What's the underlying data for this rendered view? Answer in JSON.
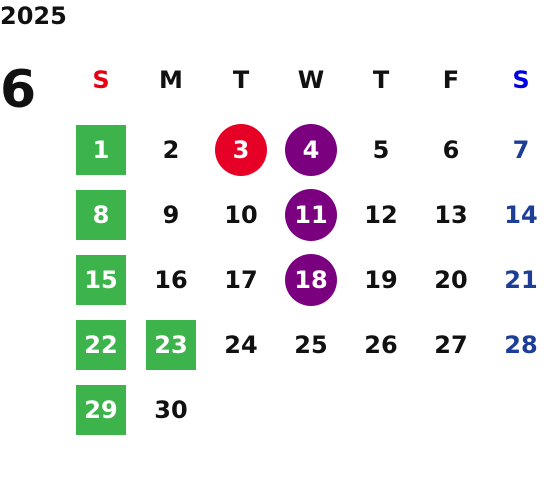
{
  "header": {
    "year": "2025",
    "month": "6"
  },
  "weekdays": [
    "S",
    "M",
    "T",
    "W",
    "T",
    "F",
    "S"
  ],
  "colors": {
    "sunday_header": "#e60012",
    "saturday_header": "#0000e6",
    "saturday_dates": "#1d3d96",
    "green_highlight": "#3cb44b",
    "red_highlight": "#e60026",
    "purple_highlight": "#7a007f"
  },
  "weeks": [
    [
      {
        "day": "1",
        "style": "green"
      },
      {
        "day": "2",
        "style": "plain"
      },
      {
        "day": "3",
        "style": "red"
      },
      {
        "day": "4",
        "style": "purple"
      },
      {
        "day": "5",
        "style": "plain"
      },
      {
        "day": "6",
        "style": "plain"
      },
      {
        "day": "7",
        "style": "sat"
      }
    ],
    [
      {
        "day": "8",
        "style": "green"
      },
      {
        "day": "9",
        "style": "plain"
      },
      {
        "day": "10",
        "style": "plain"
      },
      {
        "day": "11",
        "style": "purple"
      },
      {
        "day": "12",
        "style": "plain"
      },
      {
        "day": "13",
        "style": "plain"
      },
      {
        "day": "14",
        "style": "sat"
      }
    ],
    [
      {
        "day": "15",
        "style": "green"
      },
      {
        "day": "16",
        "style": "plain"
      },
      {
        "day": "17",
        "style": "plain"
      },
      {
        "day": "18",
        "style": "purple"
      },
      {
        "day": "19",
        "style": "plain"
      },
      {
        "day": "20",
        "style": "plain"
      },
      {
        "day": "21",
        "style": "sat"
      }
    ],
    [
      {
        "day": "22",
        "style": "green"
      },
      {
        "day": "23",
        "style": "green"
      },
      {
        "day": "24",
        "style": "plain"
      },
      {
        "day": "25",
        "style": "plain"
      },
      {
        "day": "26",
        "style": "plain"
      },
      {
        "day": "27",
        "style": "plain"
      },
      {
        "day": "28",
        "style": "sat"
      }
    ],
    [
      {
        "day": "29",
        "style": "green"
      },
      {
        "day": "30",
        "style": "plain"
      },
      {
        "day": "",
        "style": "empty"
      },
      {
        "day": "",
        "style": "empty"
      },
      {
        "day": "",
        "style": "empty"
      },
      {
        "day": "",
        "style": "empty"
      },
      {
        "day": "",
        "style": "empty"
      }
    ]
  ]
}
